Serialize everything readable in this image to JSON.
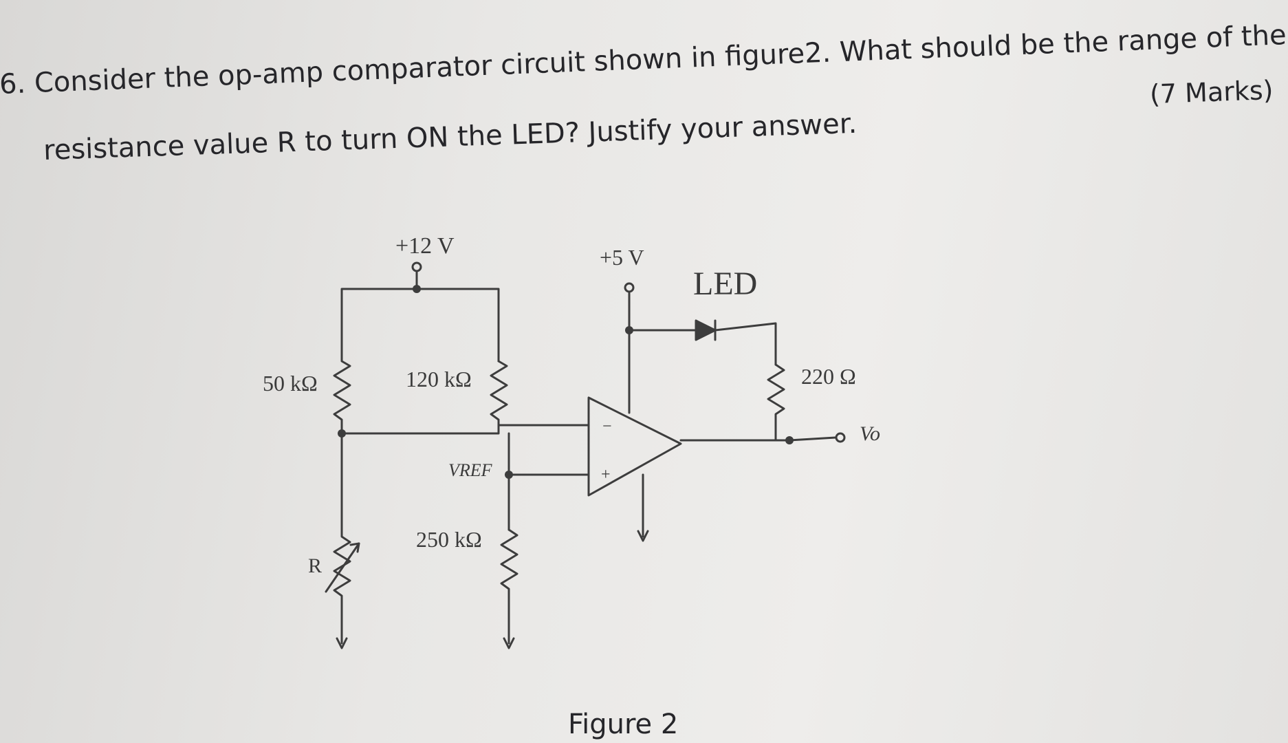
{
  "question": {
    "number": "6.",
    "line1": "Consider the op-amp comparator circuit shown in figure2. What should be the range of the",
    "line2": "resistance value R to turn ON the LED? Justify your answer.",
    "marks": "(7 Marks)"
  },
  "figure": {
    "caption": "Figure 2",
    "labels": {
      "supply_top": "+12 V",
      "supply_opamp": "+5 V",
      "led": "LED",
      "r_50k": "50 kΩ",
      "r_120k": "120 kΩ",
      "r_250k": "250 kΩ",
      "r_variable": "R",
      "r_220": "220 Ω",
      "vref": "VREF",
      "vo": "Vo",
      "opamp_minus": "−",
      "opamp_plus": "+"
    }
  }
}
